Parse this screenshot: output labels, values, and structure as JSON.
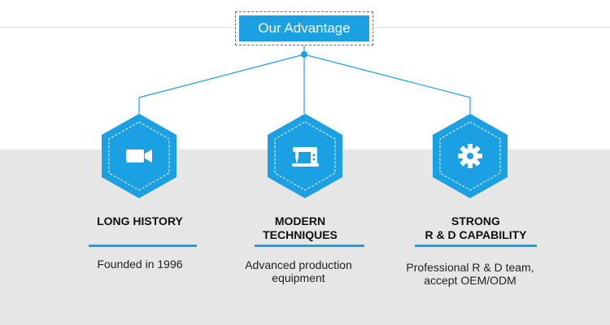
{
  "header": {
    "title": "Our Advantage"
  },
  "colors": {
    "accent": "#1aa0e3",
    "band": "#e6e6e6"
  },
  "advantages": [
    {
      "icon": "video-camera-icon",
      "title_lines": [
        "LONG HISTORY"
      ],
      "desc_lines": [
        "Founded in 1996"
      ]
    },
    {
      "icon": "sewing-machine-icon",
      "title_lines": [
        "MODERN",
        "TECHNIQUES"
      ],
      "desc_lines": [
        "Advanced production",
        "equipment"
      ]
    },
    {
      "icon": "gear-icon",
      "title_lines": [
        "STRONG",
        "R & D CAPABILITY"
      ],
      "desc_lines": [
        "Professional R & D team,",
        "accept OEM/ODM"
      ]
    }
  ]
}
